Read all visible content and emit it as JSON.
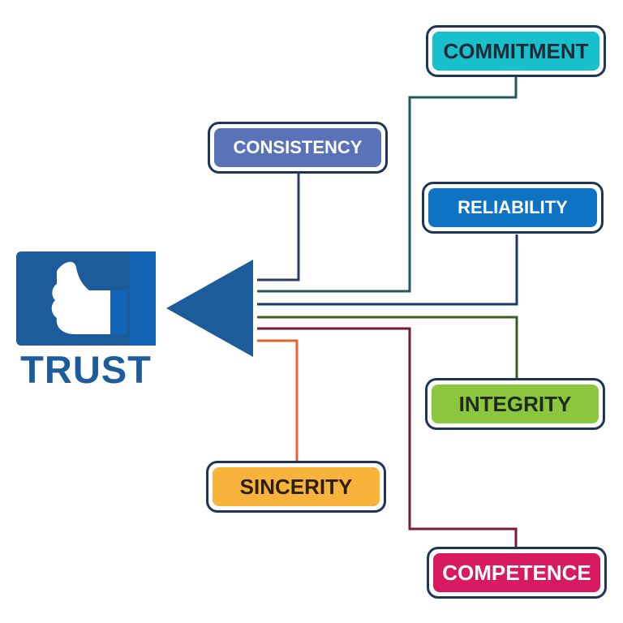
{
  "title": "TRUST",
  "colors": {
    "primary_blue": "#1d5c9a",
    "box_border": "#1f3554"
  },
  "nodes": [
    {
      "id": "commitment",
      "label": "COMMITMENT",
      "fill": "#17c0cc",
      "text_color": "#1f2a36",
      "line_color": "#1f5a5e"
    },
    {
      "id": "consistency",
      "label": "CONSISTENCY",
      "fill": "#5a72b7",
      "text_color": "#ffffff",
      "line_color": "#2d3e66"
    },
    {
      "id": "reliability",
      "label": "RELIABILITY",
      "fill": "#0f73c3",
      "text_color": "#ffffff",
      "line_color": "#173a66"
    },
    {
      "id": "integrity",
      "label": "INTEGRITY",
      "fill": "#8cc63f",
      "text_color": "#1f2a1a",
      "line_color": "#3d5a22"
    },
    {
      "id": "sincerity",
      "label": "SINCERITY",
      "fill": "#f8b33a",
      "text_color": "#2a1f10",
      "line_color": "#e5622b"
    },
    {
      "id": "competence",
      "label": "COMPETENCE",
      "fill": "#d81b60",
      "text_color": "#ffffff",
      "line_color": "#7a1a3a"
    }
  ]
}
